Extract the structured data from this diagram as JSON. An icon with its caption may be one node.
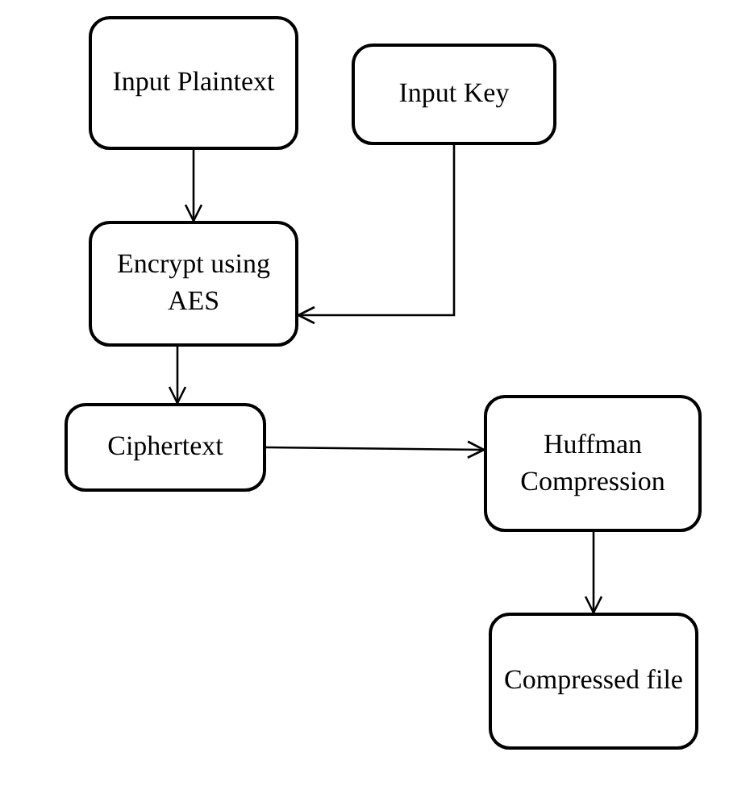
{
  "diagram": {
    "nodes": [
      {
        "text": [
          "Input Plaintext"
        ]
      },
      {
        "text": [
          "Input Key"
        ]
      },
      {
        "text": [
          "Encrypt using AES"
        ]
      },
      {
        "text": [
          "Ciphertext"
        ]
      },
      {
        "text": [
          "Huffman Compression"
        ]
      },
      {
        "text": [
          "Compressed file"
        ]
      }
    ],
    "edges": [
      {
        "from": 0,
        "to": 2,
        "arrow": "to"
      },
      {
        "from": 1,
        "to": 2,
        "arrow": "to"
      },
      {
        "from": 2,
        "to": 3,
        "arrow": "to"
      },
      {
        "from": 3,
        "to": 4,
        "arrow": "to"
      },
      {
        "from": 4,
        "to": 5,
        "arrow": "to"
      }
    ]
  }
}
